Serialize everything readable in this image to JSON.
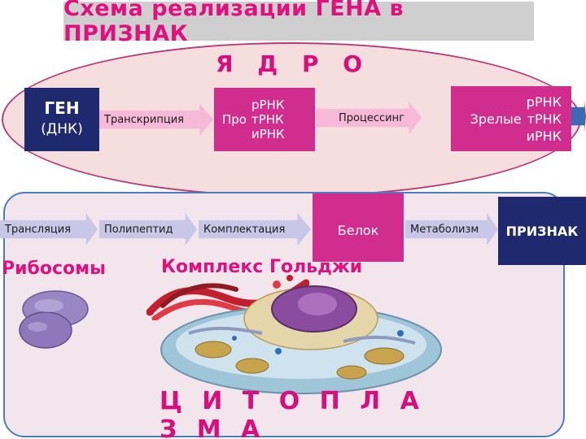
{
  "title": "Схема реализации ГЕНА в ПРИЗНАК",
  "nucleus": {
    "label": "Я Д Р О"
  },
  "gene": {
    "title": "ГЕН",
    "subtitle": "(ДНК)"
  },
  "steps_top": {
    "transcription": "Транскрипция",
    "pro_prefix": "Про",
    "pro_rna": [
      "рРНК",
      "тРНК",
      "иРНК"
    ],
    "processing": "Процессинг",
    "mature_prefix": "Зрелые",
    "mature_rna": [
      "рРНК",
      "тРНК",
      "иРНК"
    ]
  },
  "steps_bottom": {
    "translation": "Трансляция",
    "polypeptide": "Полипептид",
    "completion": "Комплектация",
    "protein": "Белок",
    "metabolism": "Метаболизм",
    "trait": "ПРИЗНАК"
  },
  "labels": {
    "ribosomes": "Рибосомы",
    "golgi": "Комплекс Гольджи",
    "cytoplasm": "Ц И Т О П Л А З М А"
  },
  "colors": {
    "accent": "#e0117f",
    "navy": "#1f2a6e",
    "magenta_box": "#d02d8e",
    "arrow_pink": "#f6b9d7",
    "arrow_lavender": "#c9c7e8"
  }
}
